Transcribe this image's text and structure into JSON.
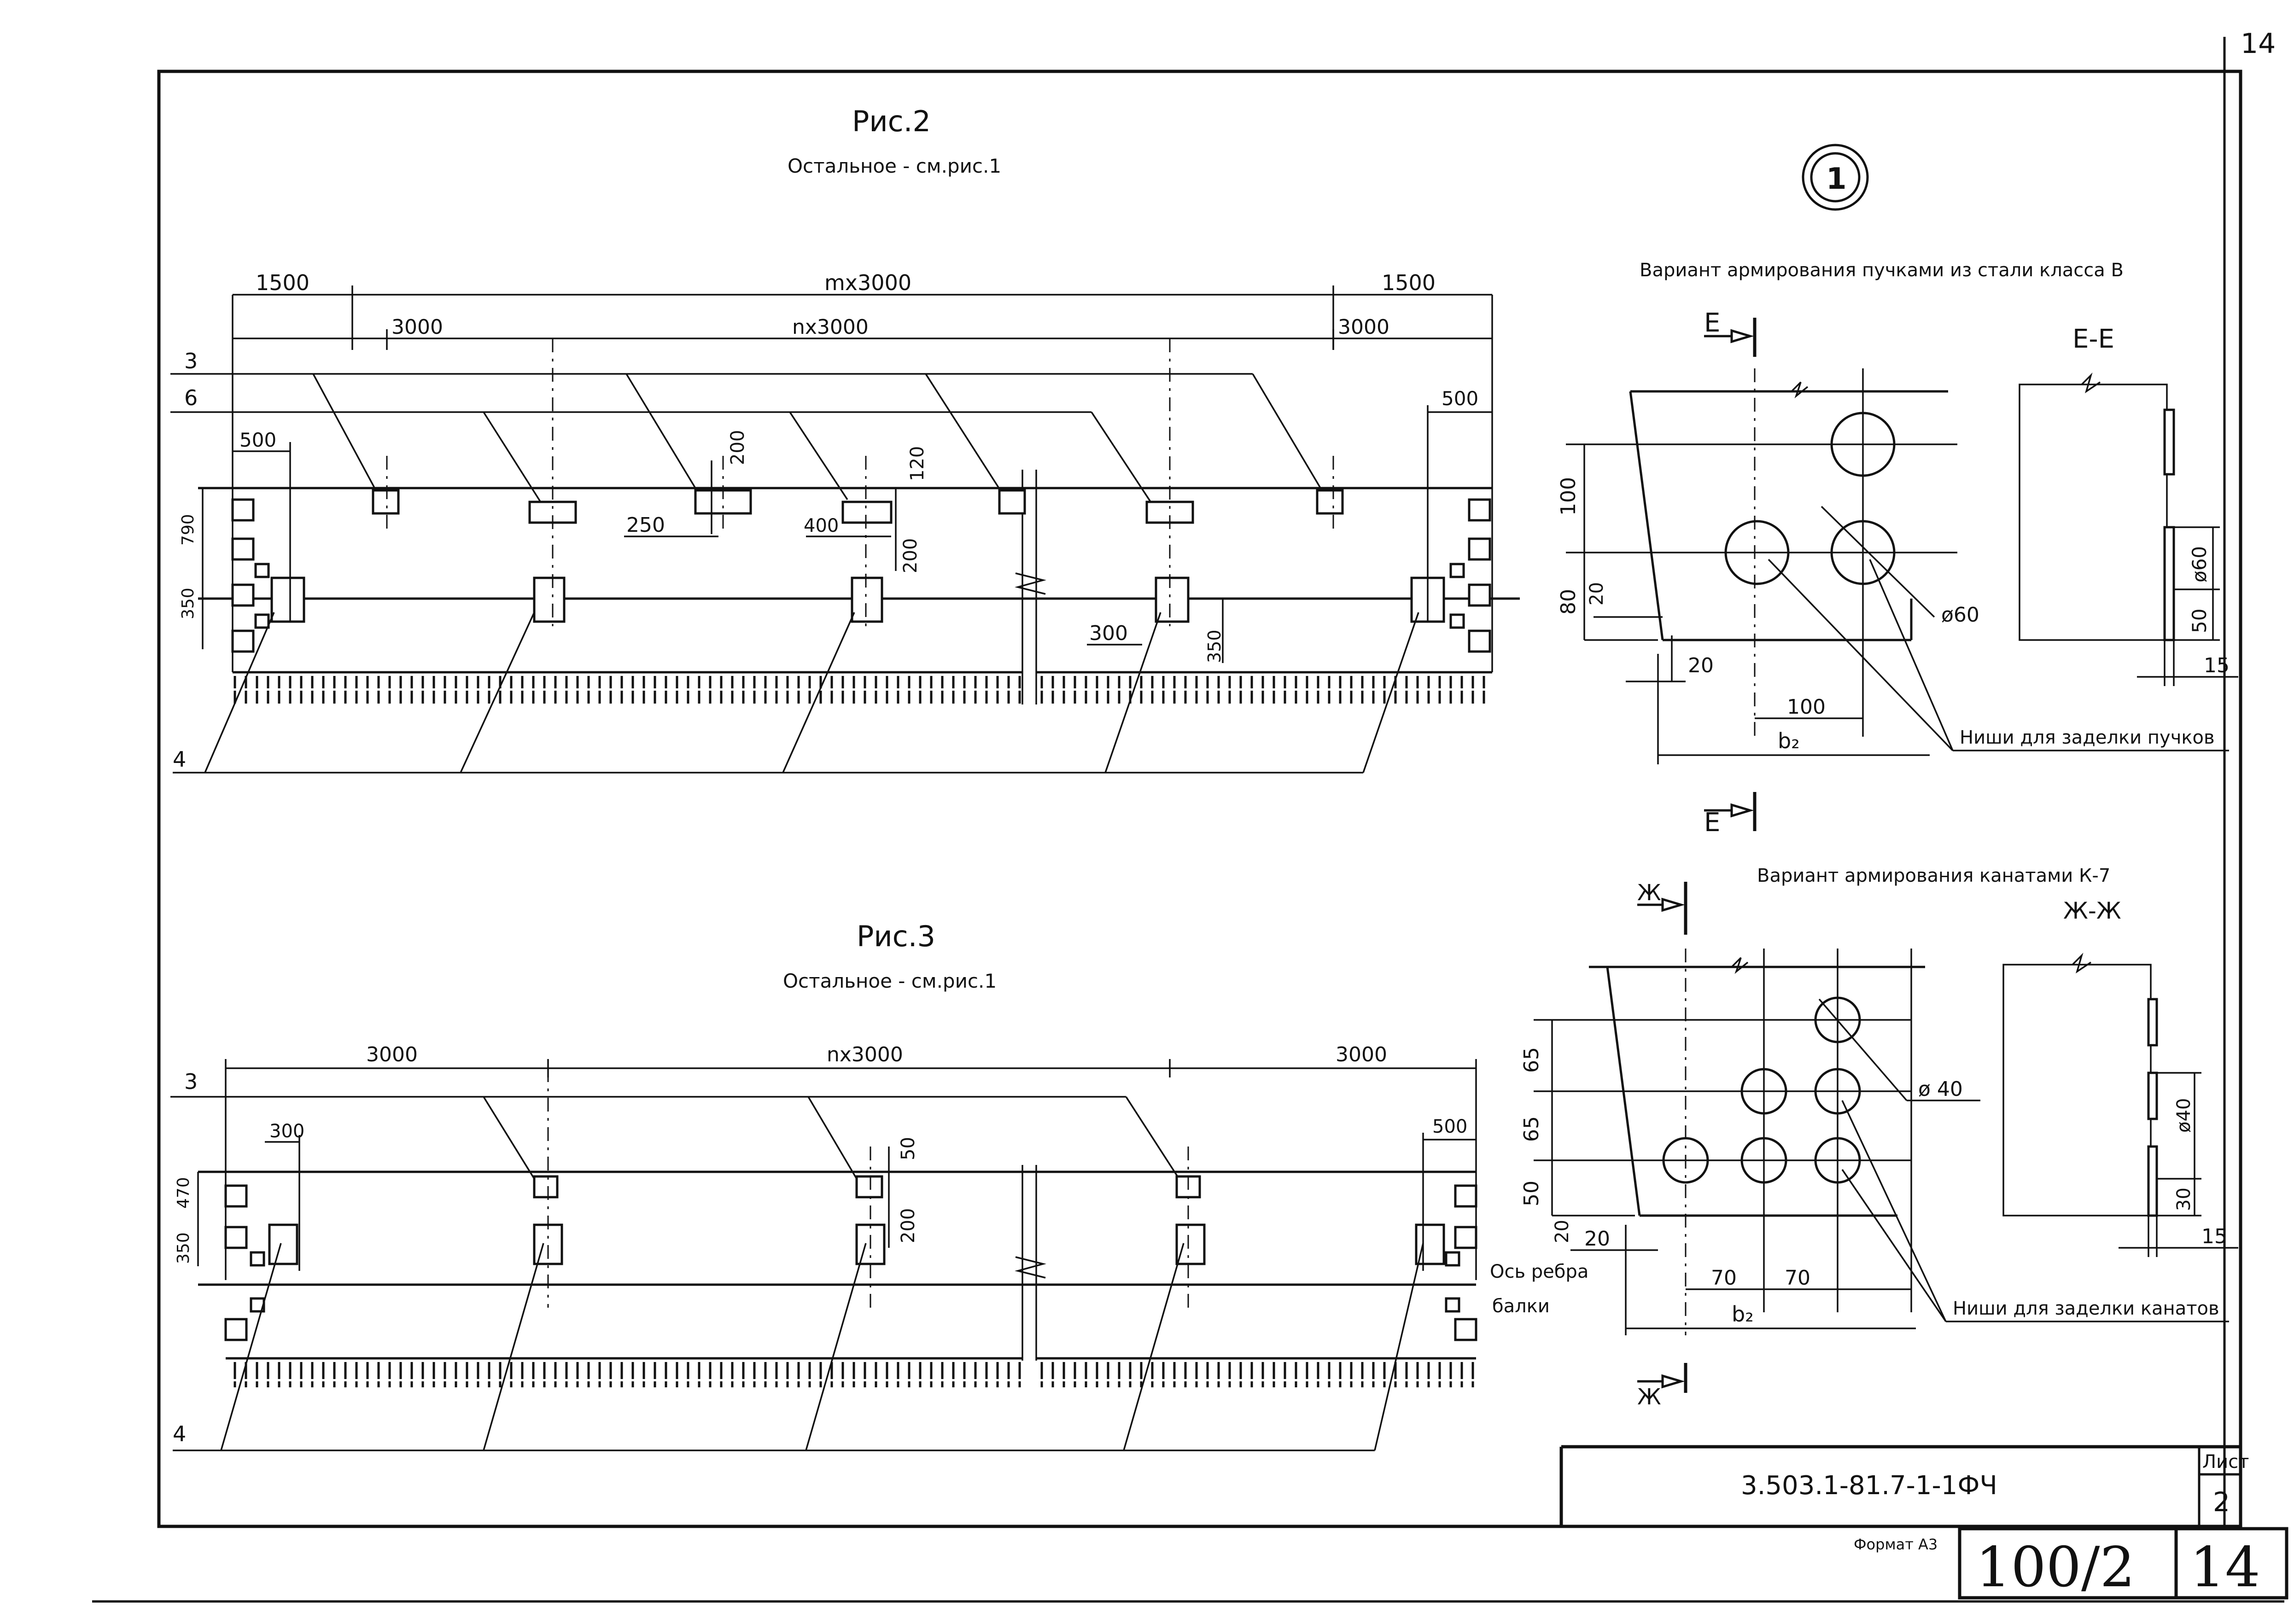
{
  "sheet": {
    "page_corner_number": "14",
    "title_block": {
      "doc_code": "3.503.1-81.7-1-1ФЧ",
      "sheet_label": "Лист",
      "sheet_number": "2",
      "format_label": "Формат А3",
      "stamp_left": "100/2",
      "stamp_right": "14"
    }
  },
  "fig2": {
    "title": "Рис.2",
    "subtitle": "Остальное - см.рис.1",
    "dims": {
      "end_left": "1500",
      "mid_top": "mx3000",
      "end_right": "1500",
      "pitch_left": "3000",
      "mid_second": "nx3000",
      "pitch_right": "3000",
      "end_offset_left": "500",
      "end_offset_right": "500",
      "niche_height_a": "200",
      "niche_height_b": "120",
      "niche_width_a": "250",
      "niche_width_b": "400",
      "niche_depth": "200",
      "height_top": "790",
      "height_bottom": "350",
      "lower_niche_width": "300",
      "lower_niche_height": "350"
    },
    "callouts": [
      "3",
      "6",
      "4"
    ]
  },
  "fig3": {
    "title": "Рис.3",
    "subtitle": "Остальное - см.рис.1",
    "dims": {
      "pitch_left": "3000",
      "mid": "nx3000",
      "pitch_right": "3000",
      "end_offset_left": "300",
      "end_offset_right": "500",
      "niche_height_a": "50",
      "niche_height_b": "200",
      "height_top": "470",
      "height_bottom": "350"
    },
    "callouts": [
      "3",
      "4"
    ],
    "axis_label_1": "Ось ребра",
    "axis_label_2": "балки"
  },
  "detail1": {
    "marker": "1",
    "variant_title": "Вариант армирования пучками из стали класса В",
    "cut_label": "Е",
    "section_title": "Е-Е",
    "dims": {
      "v_top": "100",
      "v_mid": "80",
      "v_low": "20",
      "h_offset": "20",
      "h_spacing": "100",
      "width_label": "b₂",
      "hole_diameter": "ø60",
      "section_diameter": "ø60",
      "section_height": "50",
      "section_width": "15"
    },
    "leader_note": "Ниши для заделки пучков"
  },
  "detail2": {
    "variant_title": "Вариант армирования канатами К-7",
    "cut_label": "Ж",
    "section_title": "Ж-Ж",
    "dims": {
      "v_top": "65",
      "v_mid": "65",
      "v_low": "50",
      "v_base": "20",
      "h_offset": "20",
      "h_spacing_1": "70",
      "h_spacing_2": "70",
      "width_label": "b₂",
      "hole_diameter": "ø 40",
      "section_diameter": "ø40",
      "section_height": "30",
      "section_width": "15"
    },
    "leader_note": "Ниши для заделки канатов"
  }
}
